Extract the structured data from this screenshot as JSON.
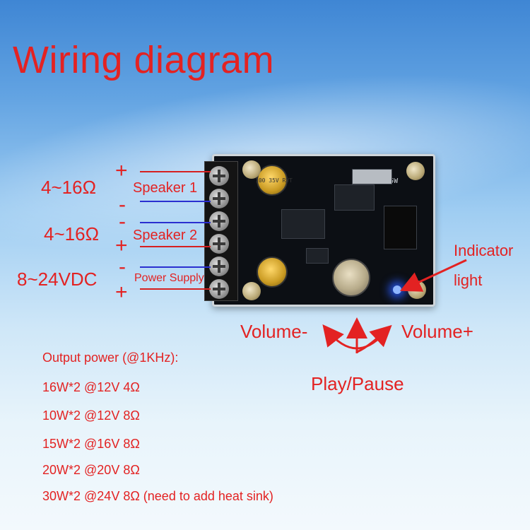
{
  "title": "Wiring diagram",
  "board_model": "XY-P15W",
  "cap_label": "100 35V RVT",
  "terminals": [
    {
      "impedance": "4~16Ω",
      "label": "Speaker 1",
      "top_sign": "+",
      "bottom_sign": "-"
    },
    {
      "impedance": "4~16Ω",
      "label": "Speaker 2",
      "top_sign": "-",
      "bottom_sign": "+"
    },
    {
      "impedance": "8~24VDC",
      "label": "Power Supply",
      "top_sign": "-",
      "bottom_sign": "+"
    }
  ],
  "indicator": {
    "line1": "Indicator",
    "line2": "light"
  },
  "controls": {
    "volume_down": "Volume-",
    "volume_up": "Volume+",
    "play_pause": "Play/Pause"
  },
  "specs": {
    "heading": "Output power (@1KHz):",
    "rows": [
      "16W*2 @12V 4Ω",
      "10W*2 @12V 8Ω",
      "15W*2 @16V 8Ω",
      "20W*2 @20V 8Ω",
      "30W*2 @24V 8Ω (need to add heat sink)"
    ]
  },
  "colors": {
    "text_red": "#e32222",
    "wire_red": "#d62020",
    "wire_blue": "#2a2fd0",
    "led_blue": "#285aff"
  }
}
